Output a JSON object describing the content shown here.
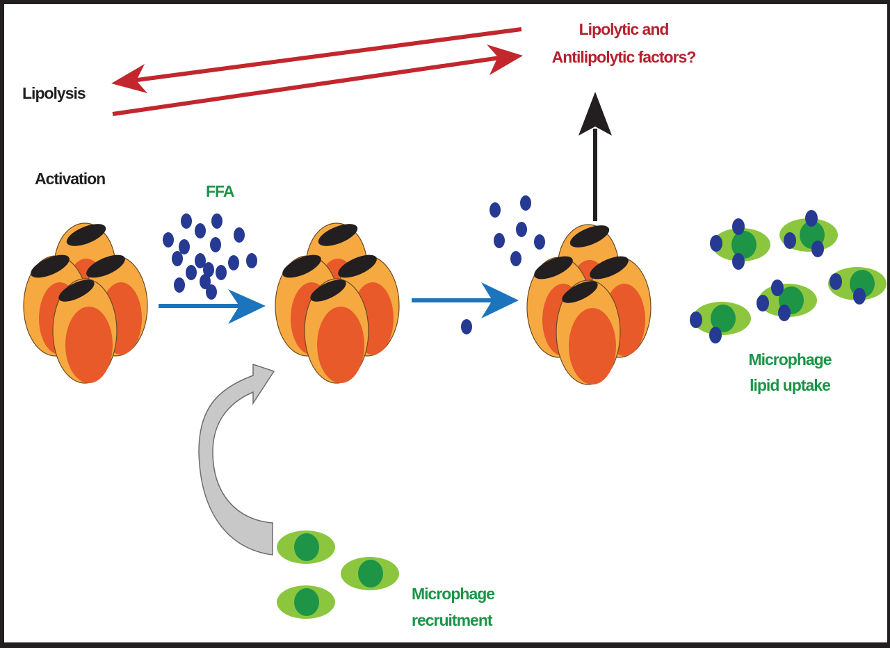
{
  "labels": {
    "lipolysis": "Lipolysis",
    "factors_line1": "Lipolytic and",
    "factors_line2": "Antilipolytic factors?",
    "activation": "Activation",
    "ffa": "FFA",
    "uptake_line1": "Microphage",
    "uptake_line2": "lipid uptake",
    "recruitment_line1": "Microphage",
    "recruitment_line2": "recruitment"
  },
  "colors": {
    "label_dark": "#231f20",
    "label_red": "#b5202e",
    "label_green": "#1a9447",
    "arrow_red": "#c1272d",
    "arrow_blue": "#1c75bc",
    "arrow_black": "#231f20",
    "arrow_gray": "#c8c8c8",
    "adipocyte_outer": "#f7a941",
    "adipocyte_inner": "#e85a2a",
    "adipocyte_cap": "#231f20",
    "ffa_dot": "#263a93",
    "macrophage_outer": "#8cc63f",
    "macrophage_nucleus": "#1e9447"
  },
  "stages": [
    {
      "id": "adipocyte-cluster-activation"
    },
    {
      "id": "adipocyte-cluster-recruitment"
    },
    {
      "id": "adipocyte-cluster-factors"
    }
  ]
}
